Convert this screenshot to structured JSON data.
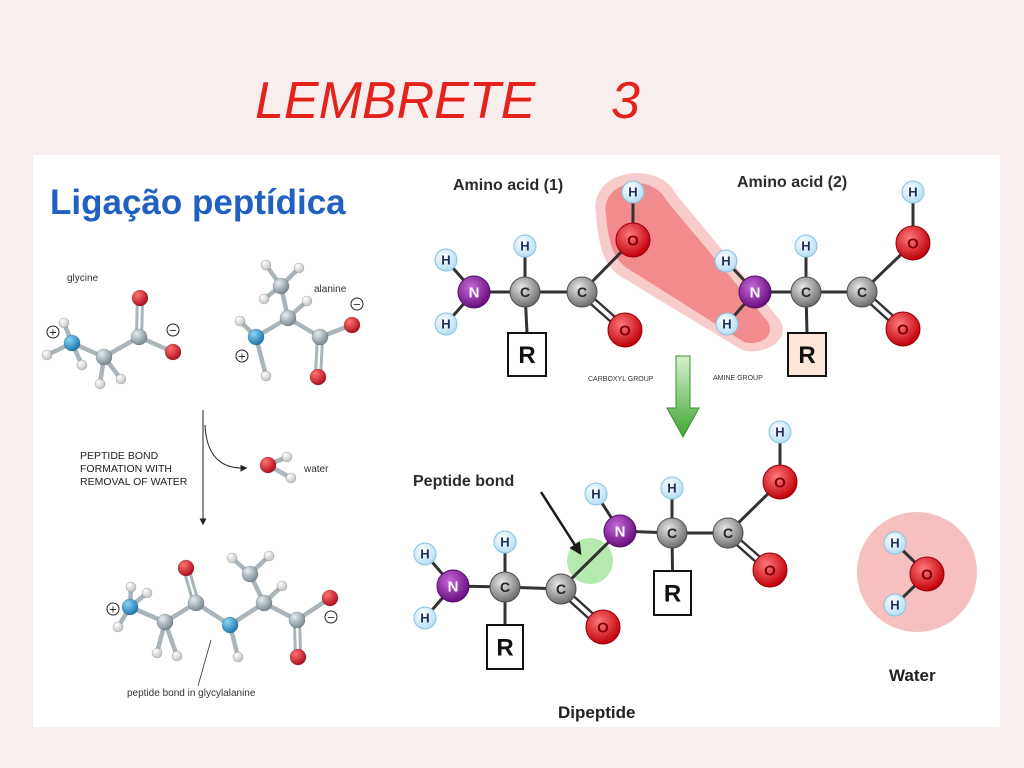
{
  "slide": {
    "title_word": "LEMBRETE",
    "title_number": "3"
  },
  "left_panel": {
    "heading": "Ligação peptídica",
    "glycine_label": "glycine",
    "alanine_label": "alanine",
    "reaction_caption": [
      "PEPTIDE BOND",
      "FORMATION WITH",
      "REMOVAL OF WATER"
    ],
    "water_label": "water",
    "product_label": "peptide bond in glycylalanine",
    "charge_positive": "+",
    "charge_negative": "−"
  },
  "right_panel": {
    "amino_acid_1_label": "Amino acid (1)",
    "amino_acid_2_label": "Amino acid (2)",
    "carboxyl_group_label": "CARBOXYL GROUP",
    "amine_group_label": "AMINE GROUP",
    "peptide_bond_label": "Peptide bond",
    "dipeptide_label": "Dipeptide",
    "water_label": "Water"
  },
  "atoms": {
    "H": "H",
    "N": "N",
    "C": "C",
    "O": "O",
    "R": "R"
  },
  "colors": {
    "background": "#f9eeee",
    "title": "#e5211b",
    "heading": "#1f60c2",
    "hydrogen": "#bfe4f6",
    "nitrogen": "#7a1a8c",
    "carbon": "#8a8a8a",
    "oxygen": "#d4101a",
    "condensation_highlight": "#ec5f62",
    "peptide_bond_marker": "#a8e6a0",
    "water_halo": "#f6b9b9",
    "reaction_arrow": "#4caf3a"
  }
}
